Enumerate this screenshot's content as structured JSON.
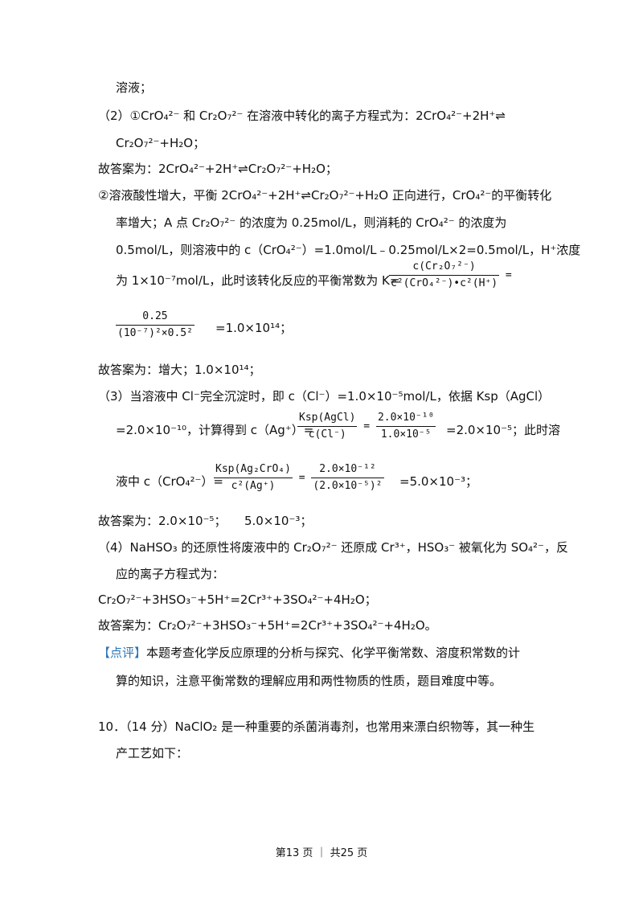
{
  "lines": {
    "l1": "溶液；",
    "l2": "（2）①CrO₄²⁻ 和 Cr₂O₇²⁻ 在溶液中转化的离子方程式为：2CrO₄²⁻+2H⁺⇌",
    "l3": "Cr₂O₇²⁻+H₂O；",
    "l4": "故答案为：2CrO₄²⁻+2H⁺⇌Cr₂O₇²⁻+H₂O；",
    "l5": "②溶液酸性增大，平衡 2CrO₄²⁻+2H⁺⇌Cr₂O₇²⁻+H₂O 正向进行，CrO₄²⁻的平衡转化",
    "l6": "率增大；A 点 Cr₂O₇²⁻ 的浓度为 0.25mol/L，则消耗的 CrO₄²⁻ 的浓度为",
    "l7": "0.5mol/L，则溶液中的 c（CrO₄²⁻）=1.0mol/L﹣0.25mol/L×2=0.5mol/L，H⁺浓度",
    "l8": "为 1×10⁻⁷mol/L，此时该转化反应的平衡常数为 K=",
    "l8_num": "c(Cr₂O₇²⁻)",
    "l8_den": "c²(CrO₄²⁻)•c²(H⁺)",
    "l8_eq": "=",
    "l9_num": "0.25",
    "l9_den": "(10⁻⁷)²×0.5²",
    "l9_tail": "=1.0×10¹⁴；",
    "l10": "故答案为：增大；1.0×10¹⁴；",
    "l11": "（3）当溶液中 Cl⁻完全沉淀时，即 c（Cl⁻）=1.0×10⁻⁵mol/L，依据 Ksp（AgCl）",
    "l12_head": "=2.0×10⁻¹⁰，计算得到 c（Ag⁺）=",
    "l12_num1": "Ksp(AgCl)",
    "l12_den1": "c(Cl⁻)",
    "l12_eq": "=",
    "l12_num2": "2.0×10⁻¹⁰",
    "l12_den2": "1.0×10⁻⁵",
    "l12_tail": "=2.0×10⁻⁵；此时溶",
    "l13_head": "液中 c（CrO₄²⁻）=",
    "l13_num1": "Ksp(Ag₂CrO₄)",
    "l13_den1": "c²(Ag⁺)",
    "l13_eq": "=",
    "l13_num2": "2.0×10⁻¹²",
    "l13_den2": "(2.0×10⁻⁵)²",
    "l13_tail": "=5.0×10⁻³；",
    "l14": "故答案为：2.0×10⁻⁵；　　5.0×10⁻³；",
    "l15": "（4）NaHSO₃ 的还原性将废液中的 Cr₂O₇²⁻ 还原成 Cr³⁺，HSO₃⁻ 被氧化为 SO₄²⁻，反",
    "l16": "应的离子方程式为：",
    "l17": "Cr₂O₇²⁻+3HSO₃⁻+5H⁺=2Cr³⁺+3SO₄²⁻+4H₂O；",
    "l18": "故答案为：Cr₂O₇²⁻+3HSO₃⁻+5H⁺=2Cr³⁺+3SO₄²⁻+4H₂O。",
    "l19_tag": "【点评】",
    "l19": "本题考查化学反应原理的分析与探究、化学平衡常数、溶度积常数的计",
    "l20": "算的知识，注意平衡常数的理解应用和两性物质的性质，题目难度中等。",
    "l21": "10．（14 分）NaClO₂ 是一种重要的杀菌消毒剂，也常用来漂白织物等，其一种生",
    "l22": "产工艺如下："
  },
  "footer": "第13 页 ｜ 共25 页",
  "colors": {
    "accent": "#2e75b6"
  }
}
